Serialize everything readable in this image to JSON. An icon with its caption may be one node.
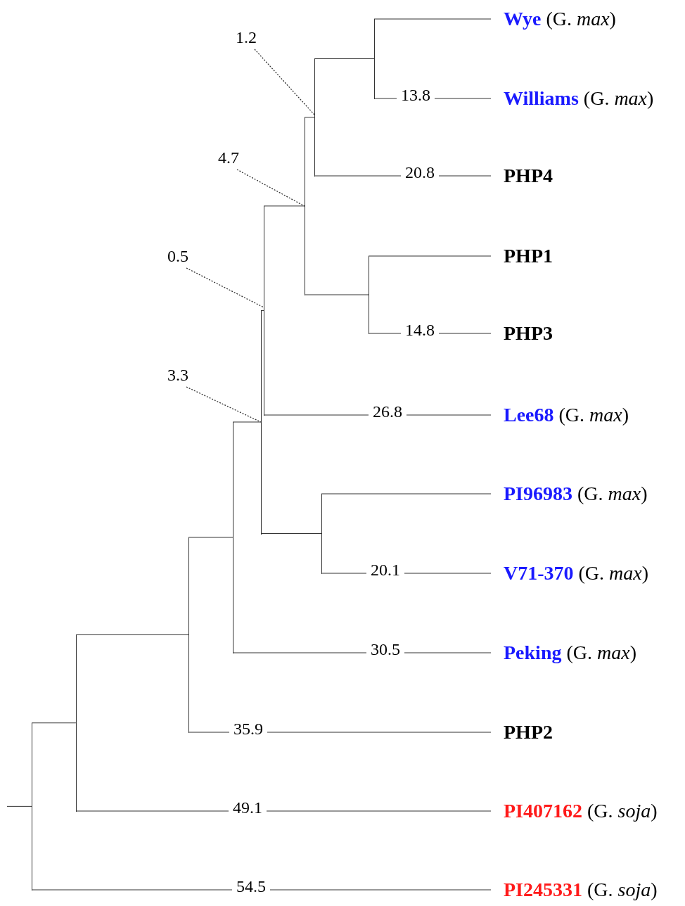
{
  "diagram": {
    "nodes": [
      {
        "text": [
          "Wye",
          "(G. *max*)"
        ]
      },
      {
        "text": [
          "Williams",
          "(G. *max*)"
        ]
      },
      {
        "text": [
          "PHP4"
        ]
      },
      {
        "text": [
          "PHP1"
        ]
      },
      {
        "text": [
          "PHP3"
        ]
      },
      {
        "text": [
          "Lee68",
          "(G. *max*)"
        ]
      },
      {
        "text": [
          "PI96983",
          "(G. *max*)"
        ]
      },
      {
        "text": [
          "V71-370",
          "(G. *max*)"
        ]
      },
      {
        "text": [
          "Peking",
          "(G. *max*)"
        ]
      },
      {
        "text": [
          "PHP2"
        ]
      },
      {
        "text": [
          "PI407162",
          "(G. *soja*)"
        ]
      },
      {
        "text": [
          "PI245331",
          "(G. *soja*)"
        ]
      },
      {
        "text": [
          "1.2"
        ]
      },
      {
        "text": [
          "4.7"
        ]
      },
      {
        "text": [
          "0.5"
        ]
      },
      {
        "text": [
          "3.3"
        ]
      },
      {
        "text": [],
        "shape": "bar"
      },
      {
        "text": [],
        "shape": "bar"
      },
      {
        "text": [],
        "shape": "bar"
      },
      {
        "text": [],
        "shape": "bar"
      },
      {
        "text": [],
        "shape": "bar"
      },
      {
        "text": [],
        "shape": "bar"
      },
      {
        "text": [],
        "shape": "bar"
      },
      {
        "text": [],
        "shape": "bar"
      },
      {
        "text": [],
        "shape": "bar"
      },
      {
        "text": [],
        "shape": "bar"
      },
      {
        "text": [],
        "shape": "bar"
      }
    ],
    "edges": [
      {
        "from": 16,
        "to": 0,
        "arrow": "none"
      },
      {
        "from": 16,
        "to": 1,
        "arrow": "none",
        "label": "13.8"
      },
      {
        "from": 17,
        "to": 16,
        "arrow": "none"
      },
      {
        "from": 17,
        "to": 2,
        "arrow": "none",
        "label": "20.8"
      },
      {
        "from": 18,
        "to": 3,
        "arrow": "none"
      },
      {
        "from": 18,
        "to": 4,
        "arrow": "none",
        "label": "14.8"
      },
      {
        "from": 19,
        "to": 17,
        "arrow": "none"
      },
      {
        "from": 19,
        "to": 18,
        "arrow": "none"
      },
      {
        "from": 20,
        "to": 19,
        "arrow": "none"
      },
      {
        "from": 20,
        "to": 5,
        "arrow": "none",
        "label": "26.8"
      },
      {
        "from": 21,
        "to": 6,
        "arrow": "none"
      },
      {
        "from": 21,
        "to": 7,
        "arrow": "none",
        "label": "20.1"
      },
      {
        "from": 22,
        "to": 20,
        "arrow": "none"
      },
      {
        "from": 22,
        "to": 21,
        "arrow": "none"
      },
      {
        "from": 23,
        "to": 22,
        "arrow": "none"
      },
      {
        "from": 23,
        "to": 8,
        "arrow": "none",
        "label": "30.5"
      },
      {
        "from": 24,
        "to": 23,
        "arrow": "none"
      },
      {
        "from": 24,
        "to": 9,
        "arrow": "none",
        "label": "35.9"
      },
      {
        "from": 25,
        "to": 24,
        "arrow": "none"
      },
      {
        "from": 25,
        "to": 10,
        "arrow": "none",
        "label": "49.1"
      },
      {
        "from": 26,
        "to": 25,
        "arrow": "none"
      },
      {
        "from": 26,
        "to": 11,
        "arrow": "none",
        "label": "54.5"
      },
      {
        "from": null,
        "to": 26,
        "arrow": "none"
      },
      {
        "from": 12,
        "to": 17,
        "arrow": "none",
        "style": "dashed"
      },
      {
        "from": 13,
        "to": 19,
        "arrow": "none",
        "style": "dashed"
      },
      {
        "from": 14,
        "to": 20,
        "arrow": "none",
        "style": "dashed"
      },
      {
        "from": 15,
        "to": 22,
        "arrow": "none",
        "style": "dashed"
      }
    ]
  }
}
